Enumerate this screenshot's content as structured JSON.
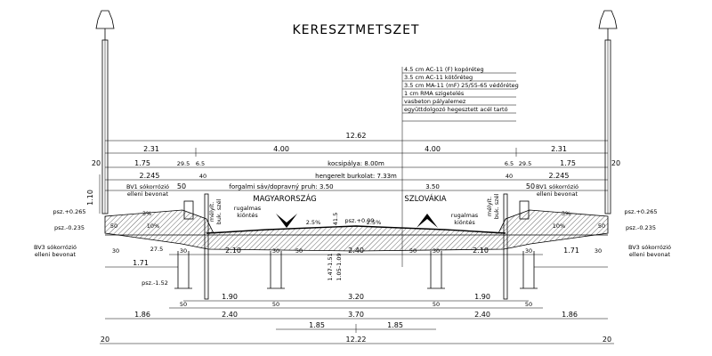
{
  "title": "KERESZTMETSZET",
  "layers": [
    "4.5 cm AC-11 (F) kopóréteg",
    "3.5 cm AC-11 kötőréteg",
    "3.5 cm MA-11 (mF) 25/55-65 védőréteg",
    "1 cm RMA szigetelés",
    "vasbeton pályalemez",
    "együttdolgozó hegesztett acél tartó"
  ],
  "labels": {
    "kocsipalya": "kocsipálya: 8.00m",
    "hengerelt": "hengerelt burkolat: 7.33m",
    "forgalmi": "forgalmi sáv/dopravný pruh: 3.50",
    "forgalmi_right": "3.50",
    "magyarorszag": "MAGYARORSZÁG",
    "szlovakia": "SZLOVÁKIA",
    "bv1": "BV1 sókorrózió",
    "bv1_sub": "elleni bevonat",
    "bv3": "BV3 sókorrózió",
    "bv3_sub": "elleni bevonat",
    "rugalmas": "rugalmas",
    "kiontes": "kiöntés",
    "melyit_left": "mélyít.",
    "melyit_left2": "buk. szél",
    "melyit_right": "mélyít.",
    "melyit_right2": "buk. szél",
    "psz_0265": "psz.+0.265",
    "psz_m0235": "psz.-0.235",
    "psz_000": "psz.+0.00",
    "psz_m152": "psz.-1.52"
  },
  "dims": {
    "total_top": "12.62",
    "half_left": "2.31",
    "half_mid_left": "4.00",
    "half_mid_right": "4.00",
    "half_right": "2.31",
    "d20_l": "20",
    "d175_l": "1.75",
    "d295_l": "29.5",
    "d65_l": "6.5",
    "d65_r": "6.5",
    "d295_r": "29.5",
    "d175_r": "1.75",
    "d20_r": "20",
    "d2245_l": "2.245",
    "d40_l": "40",
    "d40_r": "40",
    "d2245_r": "2.245",
    "d50_l": "50",
    "d50_r": "50",
    "d50_lower_l": "50",
    "d50_lower_r": "50",
    "d110": "1.10",
    "d3pct_l": "3%",
    "d10pct_l": "10%",
    "d3pct_r": "3%",
    "d10pct_r": "10%",
    "d25pct_l": "2.5%",
    "d25pct_r": "2.5%",
    "d415": "41.5",
    "d147": "1.47-1.51",
    "d105": "1.05-1.09",
    "d275": "27.5",
    "d30_1": "30",
    "d30_2": "30",
    "d30_3": "30",
    "d30_4": "30",
    "d30_5": "30",
    "d30_6": "30",
    "d210_l": "2.10",
    "d50_c1": "50",
    "d240_c": "2.40",
    "d50_c2": "50",
    "d210_r": "2.10",
    "d171_l": "1.71",
    "d171_r": "1.71",
    "d190_l": "1.90",
    "d320": "3.20",
    "d190_r": "1.90",
    "d50_b1": "50",
    "d50_b2": "50",
    "d50_b3": "50",
    "d50_b4": "50",
    "d186_l": "1.86",
    "d240_l": "2.40",
    "d370": "3.70",
    "d240_r": "2.40",
    "d186_r": "1.86",
    "d185_l": "1.85",
    "d185_r": "1.85",
    "d20_bl": "20",
    "d1222": "12.22",
    "d20_br": "20"
  }
}
